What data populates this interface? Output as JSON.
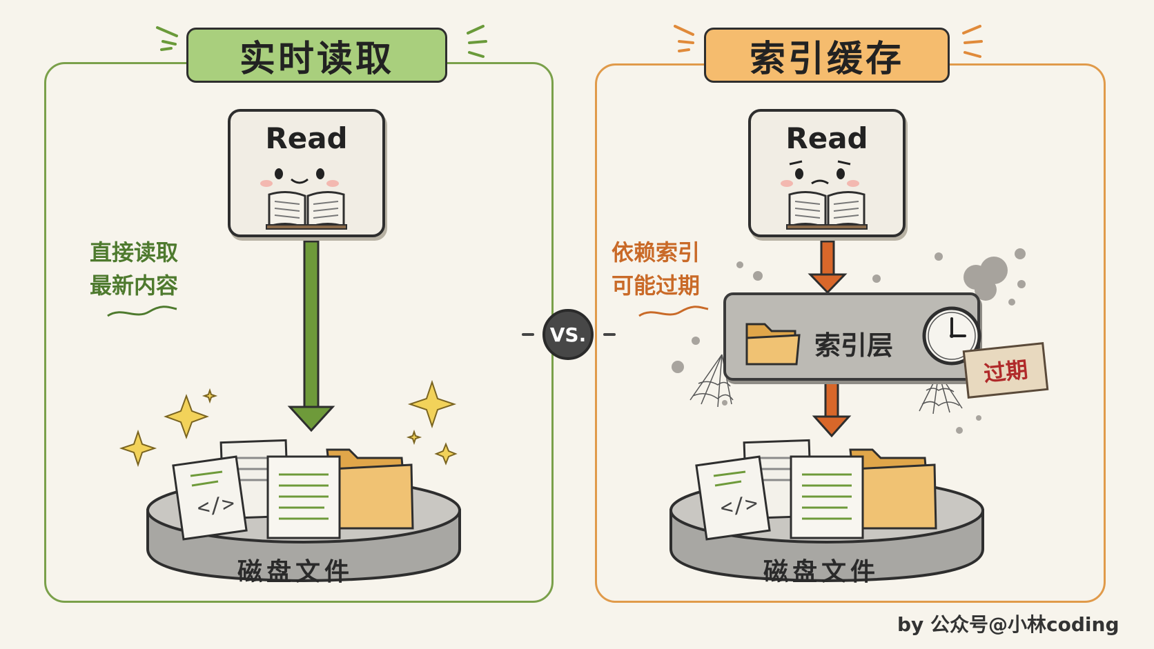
{
  "left": {
    "title": "实时读取",
    "card_label": "Read",
    "note_line1": "直接读取",
    "note_line2": "最新内容",
    "disk_label": "磁盘文件",
    "accent": "#7aa04a",
    "arrow_color": "#6e9a3a"
  },
  "vs_label": "VS.",
  "right": {
    "title": "索引缓存",
    "card_label": "Read",
    "note_line1": "依赖索引",
    "note_line2": "可能过期",
    "index_label": "索引层",
    "expired_label": "过期",
    "disk_label": "磁盘文件",
    "accent": "#e09a4a",
    "arrow_color": "#d8672a"
  },
  "credit": "by 公众号@小林coding",
  "icons": [
    "book-icon",
    "happy-face-icon",
    "worried-face-icon",
    "clock-icon",
    "folder-icon",
    "code-file-icon",
    "document-icon",
    "sparkle-icon",
    "cobweb-icon",
    "dust-icon"
  ]
}
